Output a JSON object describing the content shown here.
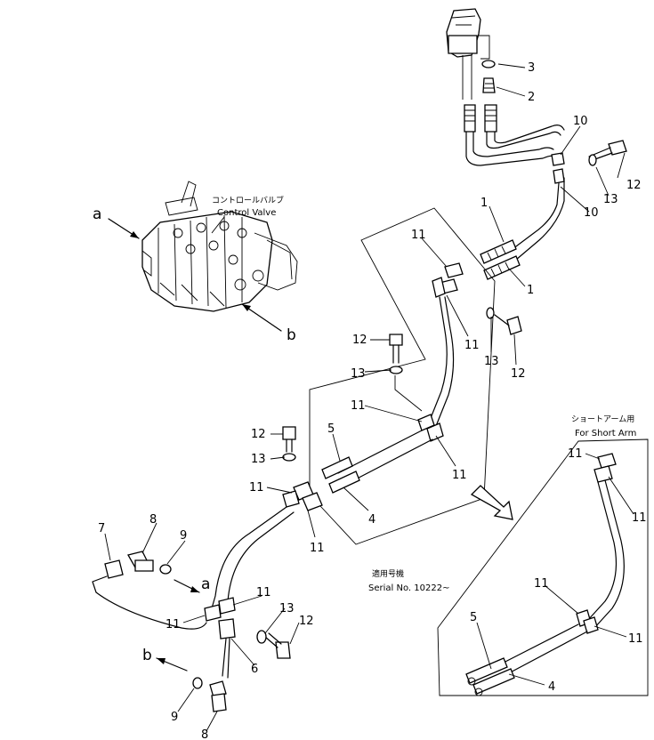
{
  "control_valve": {
    "label_jp": "コントロールバルブ",
    "label_en": "Control Valve"
  },
  "ports": {
    "a": "a",
    "b": "b"
  },
  "short_arm_box": {
    "label_jp": "ショートアーム用",
    "label_en": "For Short Arm"
  },
  "serial_note": {
    "label_jp": "適用号機",
    "label_en": "Serial No. 10222~"
  },
  "callouts": {
    "n1": "1",
    "n2": "2",
    "n3": "3",
    "n4": "4",
    "n5": "5",
    "n6": "6",
    "n7": "7",
    "n8": "8",
    "n9": "9",
    "n10": "10",
    "n11": "11",
    "n12": "12",
    "n13": "13"
  }
}
